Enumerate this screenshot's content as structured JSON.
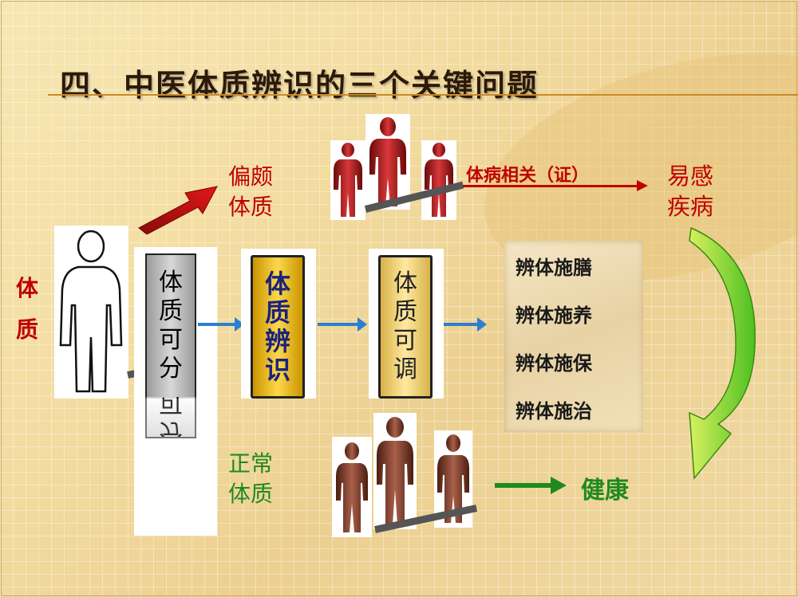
{
  "title": "四、中医体质辨识的三个关键问题",
  "left_label": [
    "体",
    "质"
  ],
  "biased": {
    "line1": "偏颇",
    "line2": "体质"
  },
  "normal": {
    "line1": "正常",
    "line2": "体质"
  },
  "relation_label": "体病相关（证）",
  "disease": {
    "line1": "易感",
    "line2": "疾病"
  },
  "health": "健康",
  "box1": [
    "体",
    "质",
    "可",
    "分"
  ],
  "box1_reflection": [
    "分",
    "可"
  ],
  "box2": [
    "体",
    "质",
    "辨",
    "识"
  ],
  "box3": [
    "体",
    "质",
    "可",
    "调"
  ],
  "methods": [
    "辨体施膳",
    "辨体施养",
    "辨体施保",
    "辨体施治"
  ],
  "colors": {
    "accent_red": "#c00000",
    "accent_green": "#1f8a1f",
    "arrow_blue": "#2a7fd0",
    "figure_red": "#b01818",
    "figure_brown": "#7a3a22",
    "box_gold": "#f5c518"
  }
}
